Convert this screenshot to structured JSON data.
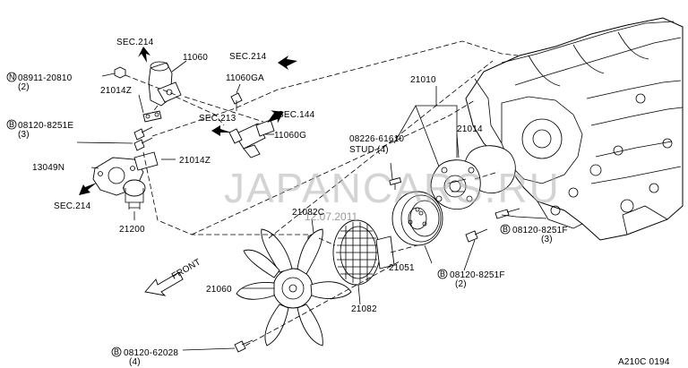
{
  "labels": {
    "sec214_top": "SEC.214",
    "p11060": "11060",
    "sec214_right": "SEC.214",
    "nut_code": "08911-20810",
    "nut_qty": "(2)",
    "p21014z_a": "21014Z",
    "p11060ga": "11060GA",
    "bolt_code_a": "08120-8251E",
    "bolt_qty_a": "(3)",
    "sec213": "SEC.213",
    "sec144": "SEC.144",
    "p11060g": "11060G",
    "p21010": "21010",
    "stud_code": "08226-61610",
    "stud_text": "STUD (4)",
    "p21014": "21014",
    "p21014z_b": "21014Z",
    "p13049n": "13049N",
    "sec214_left": "SEC.214",
    "p21200": "21200",
    "p21082c": "21082C",
    "date": "12.07.2011",
    "bolt_code_b": "08120-8251F",
    "bolt_qty_b": "(3)",
    "p21051": "21051",
    "front": "FRONT",
    "p21060": "21060",
    "bolt_code_c": "08120-8251F",
    "bolt_qty_c": "(2)",
    "p21082": "21082",
    "bolt_code_d": "08120-62028",
    "bolt_qty_d": "(4)",
    "drawing_code": "A210C 0194",
    "watermark": "JAPANCARS.RU",
    "circle_n": "N",
    "circle_b": "B"
  },
  "colors": {
    "ink": "#000000",
    "watermark": "#b0b0b0",
    "date": "#9a9a9a"
  }
}
